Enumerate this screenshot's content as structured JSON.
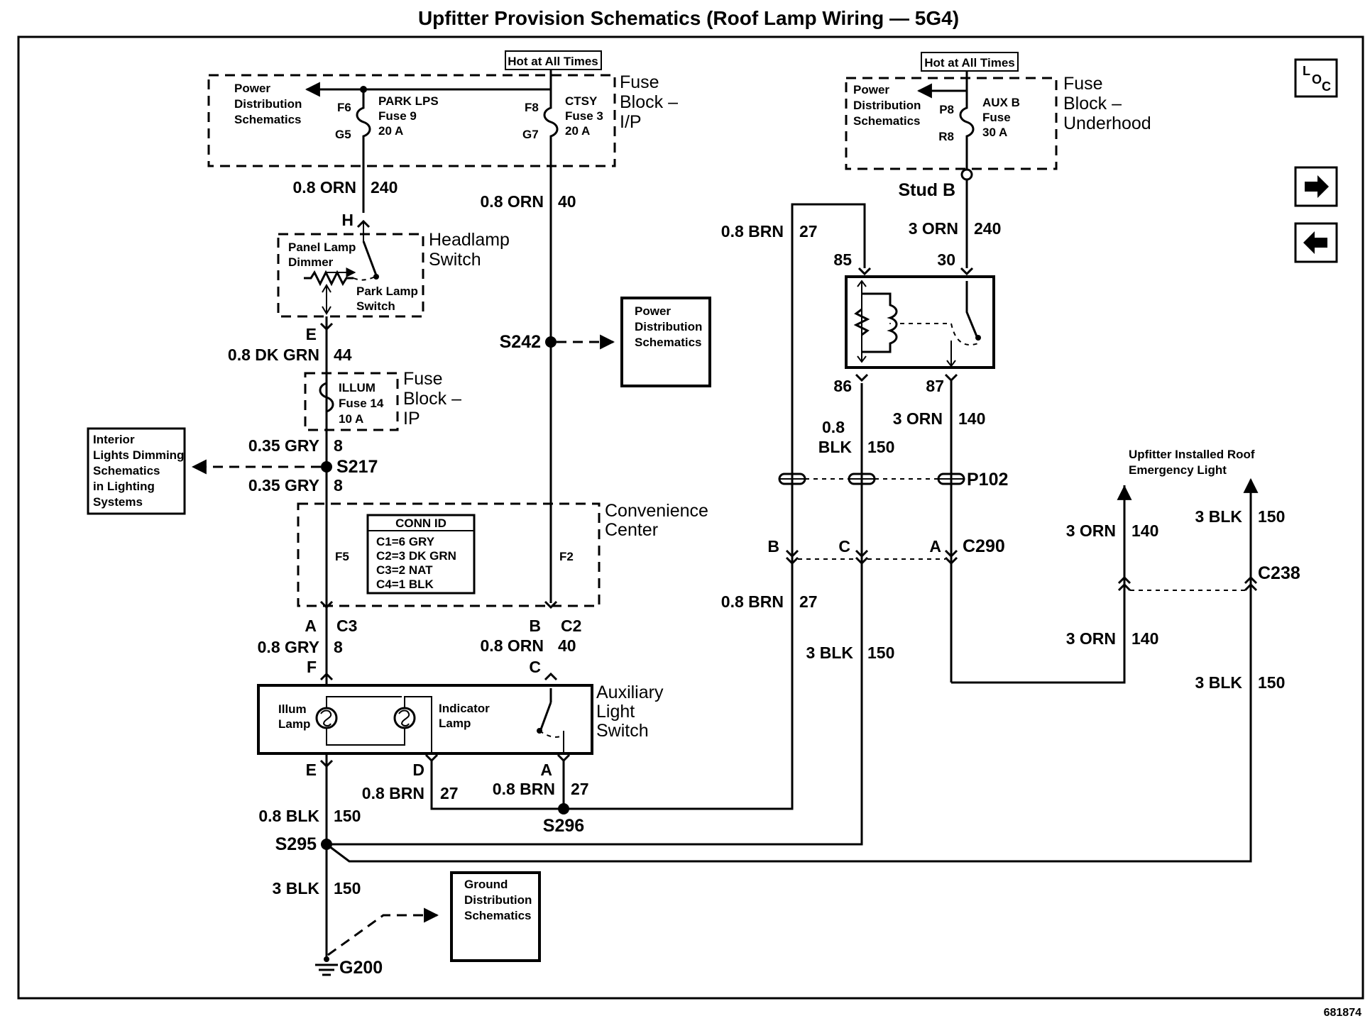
{
  "title": "Upfitter Provision Schematics (Roof Lamp Wiring — 5G4)",
  "figure_id": "681874",
  "nav": {
    "loc_l": "L",
    "loc_o": "O",
    "loc_c": "C"
  },
  "hot_label": "Hot at All Times",
  "fuse_ip": {
    "name": "Fuse Block – I/P",
    "name_l1": "Fuse",
    "name_l2": "Block –",
    "name_l3": "I/P",
    "pds_l1": "Power",
    "pds_l2": "Distribution",
    "pds_l3": "Schematics",
    "f6": "F6",
    "g5": "G5",
    "f8": "F8",
    "g7": "G7",
    "park_l1": "PARK LPS",
    "park_l2": "Fuse 9",
    "park_l3": "20 A",
    "ctsy_l1": "CTSY",
    "ctsy_l2": "Fuse 3",
    "ctsy_l3": "20 A"
  },
  "fuse_uh": {
    "name_l1": "Fuse",
    "name_l2": "Block –",
    "name_l3": "Underhood",
    "pds_l1": "Power",
    "pds_l2": "Distribution",
    "pds_l3": "Schematics",
    "p8": "P8",
    "r8": "R8",
    "aux_l1": "AUX B",
    "aux_l2": "Fuse",
    "aux_l3": "30 A",
    "stud": "Stud B"
  },
  "wires": {
    "w1_c": "0.8 ORN",
    "w1_n": "240",
    "w2_c": "0.8 ORN",
    "w2_n": "40",
    "w3_c": "0.8 DK GRN",
    "w3_n": "44",
    "w4_c": "0.35 GRY",
    "w4_n": "8",
    "w5_c": "0.35 GRY",
    "w5_n": "8",
    "w6_c": "0.8 GRY",
    "w6_n": "8",
    "w7_c": "0.8 ORN",
    "w7_n": "40",
    "w8_c": "0.8 BRN",
    "w8_n": "27",
    "w9_c": "0.8 BRN",
    "w9_n": "27",
    "w10_c": "0.8 BLK",
    "w10_n": "150",
    "w11_c": "3 BLK",
    "w11_n": "150",
    "w12_c": "0.8 BRN",
    "w12_n": "27",
    "w13_c": "3 ORN",
    "w13_n": "240",
    "w14_c1": "0.8",
    "w14_c2": "BLK",
    "w14_n": "150",
    "w15_c": "3 ORN",
    "w15_n": "140",
    "w16_c": "0.8 BRN",
    "w16_n": "27",
    "w17_c": "3 BLK",
    "w17_n": "150",
    "w18_c": "3 ORN",
    "w18_n": "140",
    "w19_c": "3 BLK",
    "w19_n": "150",
    "w20_c": "3 ORN",
    "w20_n": "140",
    "w21_c": "3 BLK",
    "w21_n": "150"
  },
  "headlamp": {
    "name_l1": "Headlamp",
    "name_l2": "Switch",
    "dim_l1": "Panel Lamp",
    "dim_l2": "Dimmer",
    "park_l1": "Park Lamp",
    "park_l2": "Switch",
    "pin_h": "H",
    "pin_e": "E"
  },
  "illum_fuse": {
    "name_l1": "Fuse",
    "name_l2": "Block –",
    "name_l3": "IP",
    "l1": "ILLUM",
    "l2": "Fuse 14",
    "l3": "10 A"
  },
  "splices": {
    "s242": "S242",
    "s217": "S217",
    "s295": "S295",
    "s296": "S296"
  },
  "pds_box": {
    "l1": "Power",
    "l2": "Distribution",
    "l3": "Schematics"
  },
  "interior_box": {
    "l1": "Interior",
    "l2": "Lights Dimming",
    "l3": "Schematics",
    "l4": "in Lighting",
    "l5": "Systems"
  },
  "convenience": {
    "name_l1": "Convenience",
    "name_l2": "Center",
    "f5": "F5",
    "f2": "F2",
    "conn_title": "CONN ID",
    "conn": [
      "C1=6 GRY",
      "C2=3 DK GRN",
      "C3=2 NAT",
      "C4=1 BLK"
    ],
    "pin_a": "A",
    "c3": "C3",
    "pin_b": "B",
    "c2": "C2"
  },
  "aux_switch": {
    "name_l1": "Auxiliary",
    "name_l2": "Light",
    "name_l3": "Switch",
    "illum_l1": "Illum",
    "illum_l2": "Lamp",
    "ind_l1": "Indicator",
    "ind_l2": "Lamp",
    "pin_f": "F",
    "pin_c": "C",
    "pin_e": "E",
    "pin_d": "D",
    "pin_a": "A"
  },
  "ground_box": {
    "l1": "Ground",
    "l2": "Distribution",
    "l3": "Schematics"
  },
  "ground": "G200",
  "relay": {
    "p85": "85",
    "p30": "30",
    "p86": "86",
    "p87": "87"
  },
  "connectors": {
    "p102": "P102",
    "c290": "C290",
    "c290_b": "B",
    "c290_c": "C",
    "c290_a": "A",
    "c238": "C238"
  },
  "roof_light": {
    "l1": "Upfitter Installed Roof",
    "l2": "Emergency Light"
  }
}
